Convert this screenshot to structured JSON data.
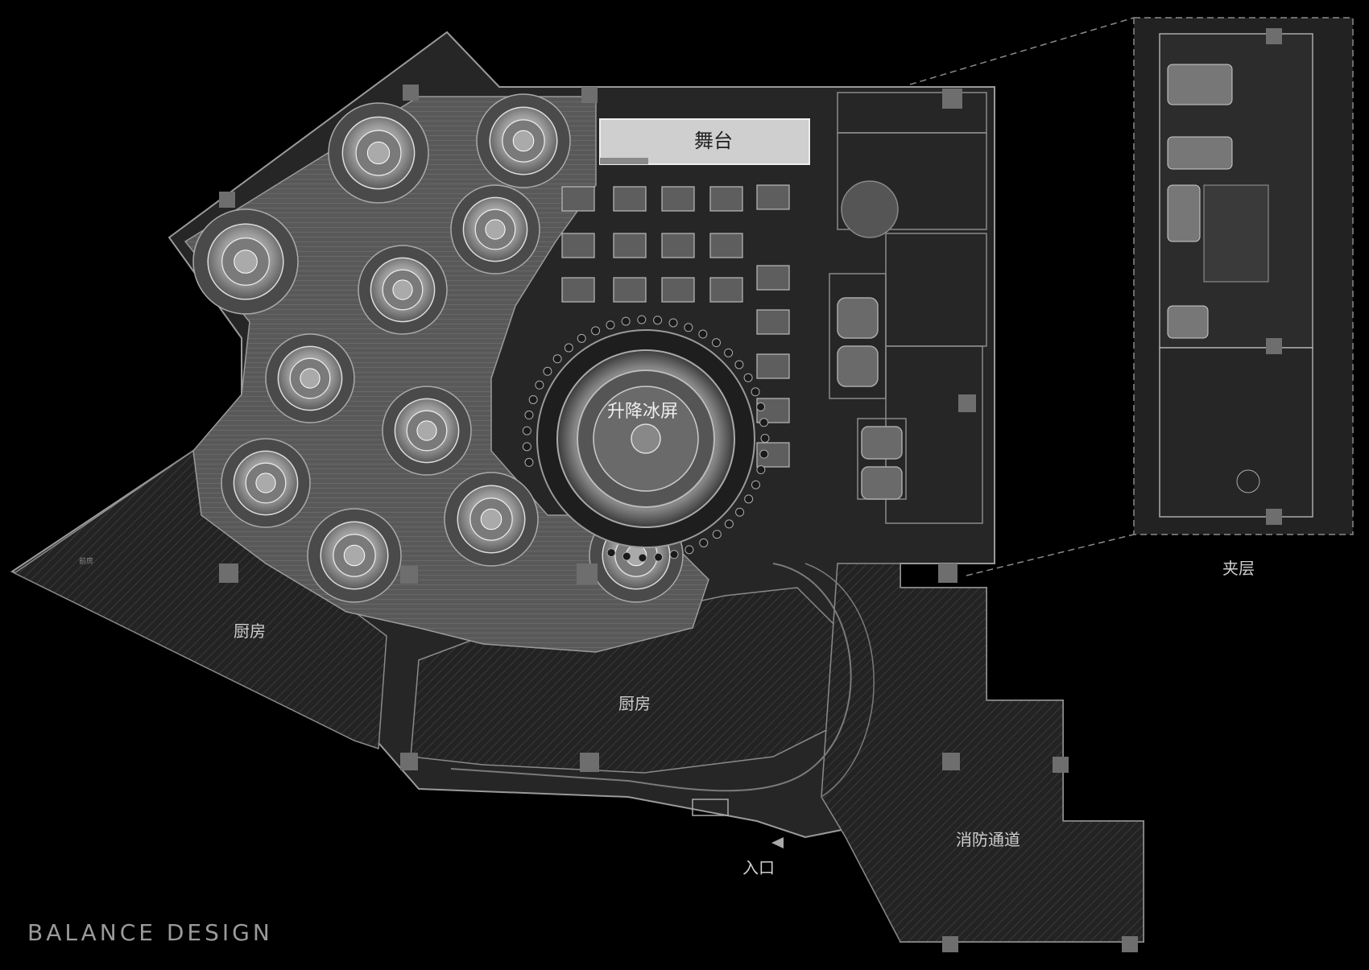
{
  "labels": {
    "stage": "舞台",
    "ice_screen": "升降冰屏",
    "kitchen_west": "厨房",
    "kitchen_south": "厨房",
    "fire_passage": "消防通道",
    "entrance": "入口",
    "mezzanine": "夹层",
    "small_note": "前房"
  },
  "brand": "BALANCE DESIGN",
  "colors": {
    "background": "#000000",
    "floor": "#2a2a2a",
    "booth_light": "#bdbdbd",
    "line": "#8a8a8a",
    "column": "#6e6e6e"
  }
}
